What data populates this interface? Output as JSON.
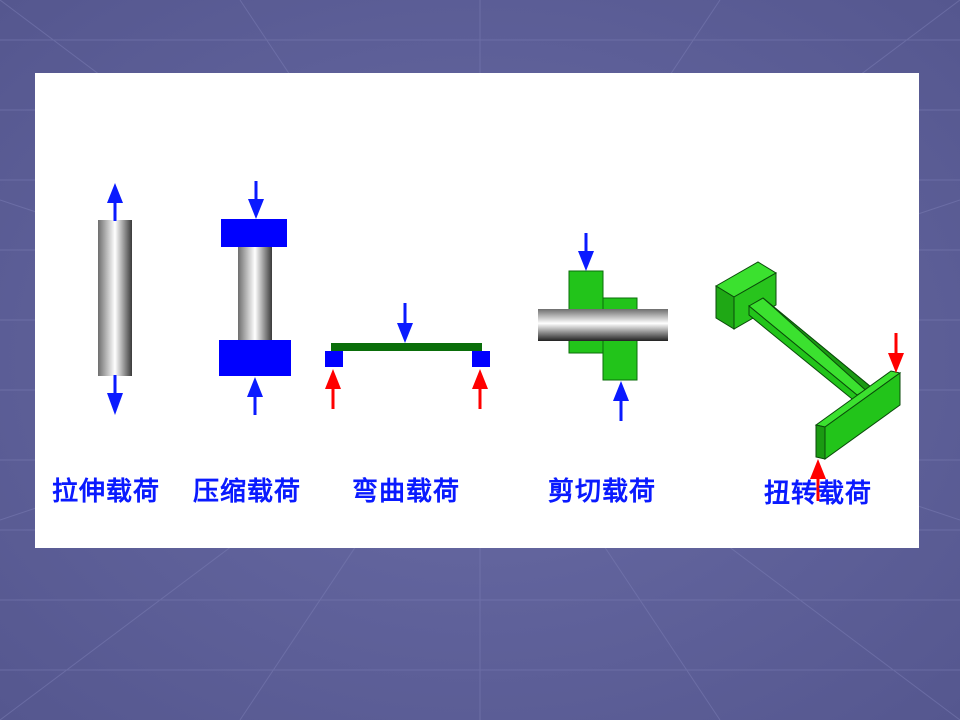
{
  "labels": {
    "tension": "拉伸载荷",
    "compression": "压缩载荷",
    "bending": "弯曲载荷",
    "shear": "剪切载荷",
    "torsion": "扭转载荷"
  },
  "colors": {
    "background": "#5c5e97",
    "panel": "#ffffff",
    "label_text": "#0a1aff",
    "arrow_blue": "#0a1aff",
    "arrow_red": "#ff0000",
    "block_blue": "#0000ff",
    "green": "#22c41a",
    "dark_green": "#0a6e0a"
  }
}
